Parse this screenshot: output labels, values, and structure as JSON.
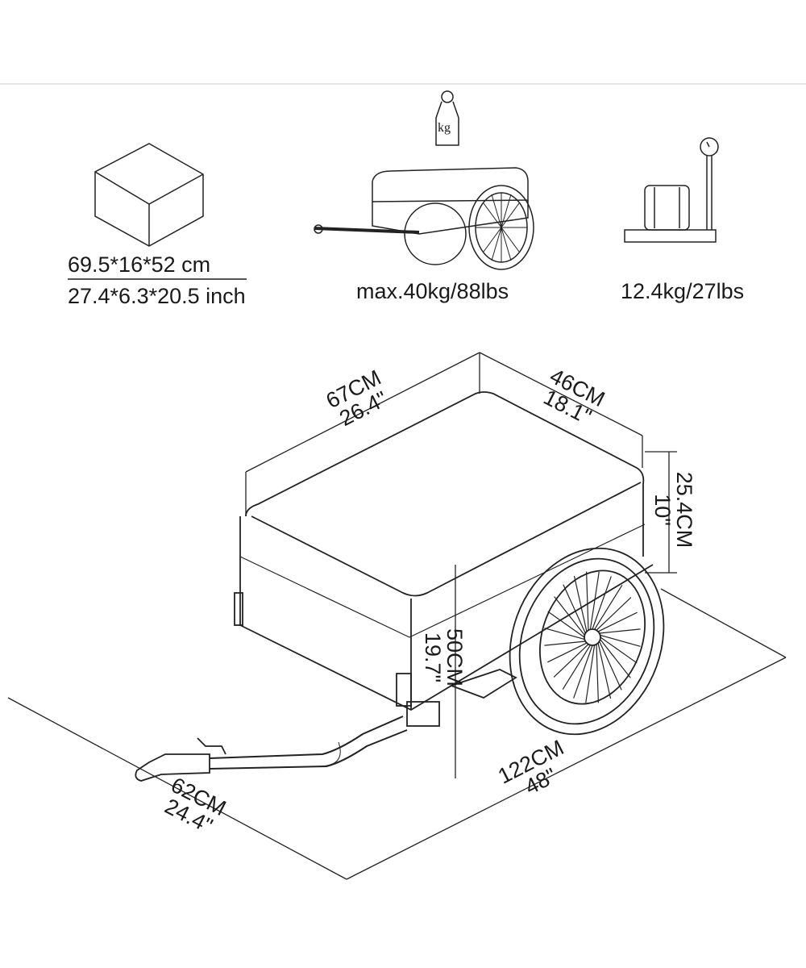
{
  "specs": {
    "package_size_cm": "69.5*16*52 cm",
    "package_size_inch": "27.4*6.3*20.5 inch",
    "max_load": "max.40kg/88lbs",
    "weight_icon_text": "kg",
    "net_weight": "12.4kg/27lbs"
  },
  "dimensions": {
    "length_cm": "67CM",
    "length_in": "26.4\"",
    "width_cm": "46CM",
    "width_in": "18.1\"",
    "box_height_cm": "25.4CM",
    "box_height_in": "10\"",
    "total_height_cm": "50CM",
    "total_height_in": "19.7\"",
    "total_width_cm": "62CM",
    "total_width_in": "24.4\"",
    "total_length_cm": "122CM",
    "total_length_in": "48\""
  }
}
